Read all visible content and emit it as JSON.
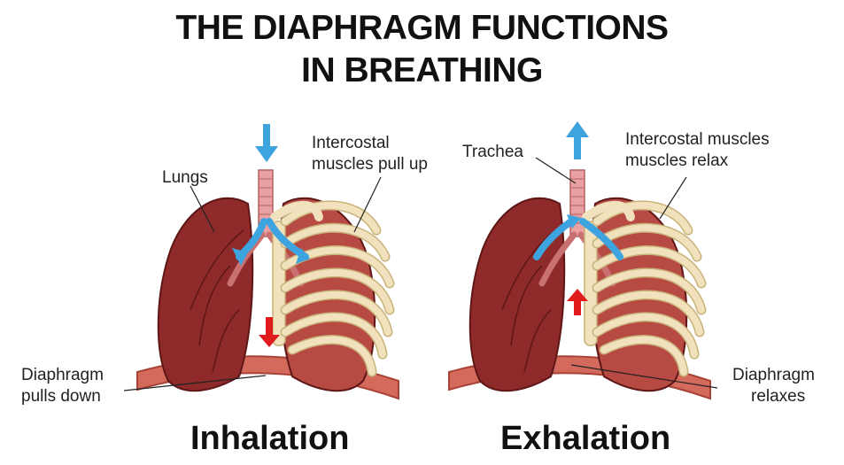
{
  "title": {
    "line1": "THE DIAPHRAGM FUNCTIONS",
    "line2": "IN BREATHING"
  },
  "inhalation": {
    "caption": "Inhalation",
    "labels": {
      "lungs": "Lungs",
      "intercostal_line1": "Intercostal",
      "intercostal_line2": "muscles pull up",
      "diaphragm_line1": "Diaphragm",
      "diaphragm_line2": "pulls down"
    }
  },
  "exhalation": {
    "caption": "Exhalation",
    "labels": {
      "trachea": "Trachea",
      "intercostal_line1": "Intercostal muscles",
      "intercostal_line2": "muscles relax",
      "diaphragm_line1": "Diaphragm",
      "diaphragm_line2": "relaxes"
    }
  },
  "colors": {
    "lung": "#8e2a2a",
    "lung_light": "#b84a44",
    "rib": "#f1e2bd",
    "rib_outline": "#c9b27a",
    "diaphragm": "#d46a5c",
    "air_arrow": "#3da4e0",
    "muscle_arrow": "#e01b1b",
    "trachea": "#e8a0a0"
  }
}
